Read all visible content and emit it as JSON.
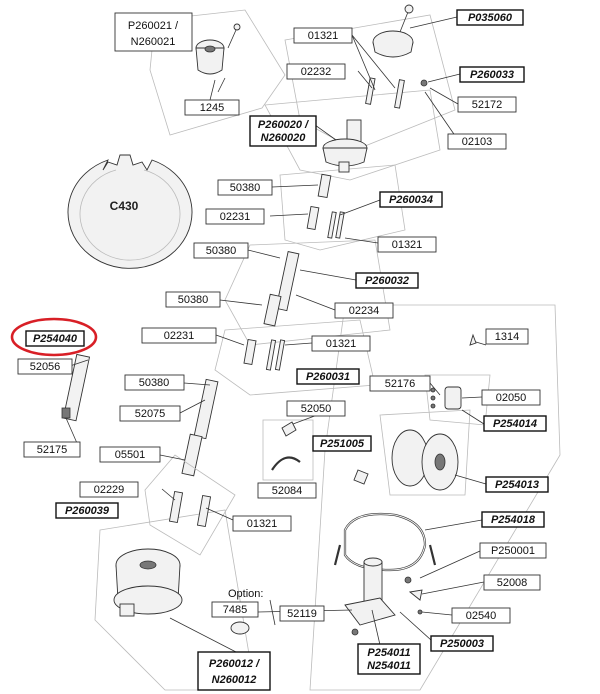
{
  "labels": {
    "l_p260021": "P260021 /",
    "l_n260021": "N260021",
    "l_1245": "1245",
    "l_01321_top": "01321",
    "l_p035060": "P035060",
    "l_02232": "02232",
    "l_p260033": "P260033",
    "l_52172": "52172",
    "l_p260020": "P260020 /",
    "l_n260020": "N260020",
    "l_02103": "02103",
    "l_c430": "C430",
    "l_50380_a": "50380",
    "l_p260034": "P260034",
    "l_02231_a": "02231",
    "l_01321_b": "01321",
    "l_50380_b": "50380",
    "l_p260032": "P260032",
    "l_50380_c": "50380",
    "l_02234": "02234",
    "l_p254040": "P254040",
    "l_02231_b": "02231",
    "l_01321_c": "01321",
    "l_1314": "1314",
    "l_52056": "52056",
    "l_50380_d": "50380",
    "l_p260031": "P260031",
    "l_52176": "52176",
    "l_02050": "02050",
    "l_52075": "52075",
    "l_52050": "52050",
    "l_p254014": "P254014",
    "l_p251005": "P251005",
    "l_52175": "52175",
    "l_05501": "05501",
    "l_52084": "52084",
    "l_p254013": "P254013",
    "l_02229": "02229",
    "l_p254018": "P254018",
    "l_p260039": "P260039",
    "l_01321_d": "01321",
    "l_p250001": "P250001",
    "l_52008": "52008",
    "l_option": "Option:",
    "l_7485": "7485",
    "l_52119": "52119",
    "l_02540": "02540",
    "l_p254011": "P254011",
    "l_n254011": "N254011",
    "l_p250003": "P250003",
    "l_p260012": "P260012 /",
    "l_n260012": "N260012"
  },
  "colors": {
    "highlight": "#d81f26",
    "line": "#333333",
    "panel": "#bbbbbb"
  }
}
